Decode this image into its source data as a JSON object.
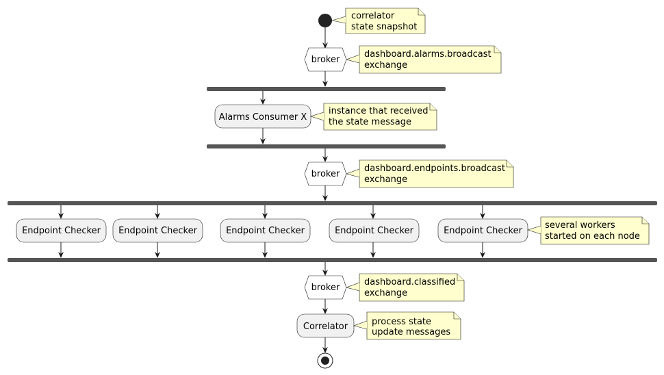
{
  "notes": {
    "start": [
      "correlator",
      "state snapshot"
    ],
    "broker1": [
      "dashboard.alarms.broadcast",
      "exchange"
    ],
    "alarms": [
      "instance that received",
      "the state message"
    ],
    "broker2": [
      "dashboard.endpoints.broadcast",
      "exchange"
    ],
    "checkers": [
      "several workers",
      "started on each node"
    ],
    "broker3": [
      "dashboard.classified",
      "exchange"
    ],
    "correlator": [
      "process state",
      "update messages"
    ]
  },
  "nodes": {
    "broker1": "broker",
    "alarms": "Alarms Consumer X",
    "broker2": "broker",
    "checker1": "Endpoint Checker",
    "checker2": "Endpoint Checker",
    "checker3": "Endpoint Checker",
    "checker4": "Endpoint Checker",
    "checker5": "Endpoint Checker",
    "broker3": "broker",
    "correlator": "Correlator"
  },
  "colors": {
    "activity_fill": "#f1f1f1",
    "note_fill": "#fefece",
    "bar": "#555555",
    "stroke": "#181818"
  }
}
